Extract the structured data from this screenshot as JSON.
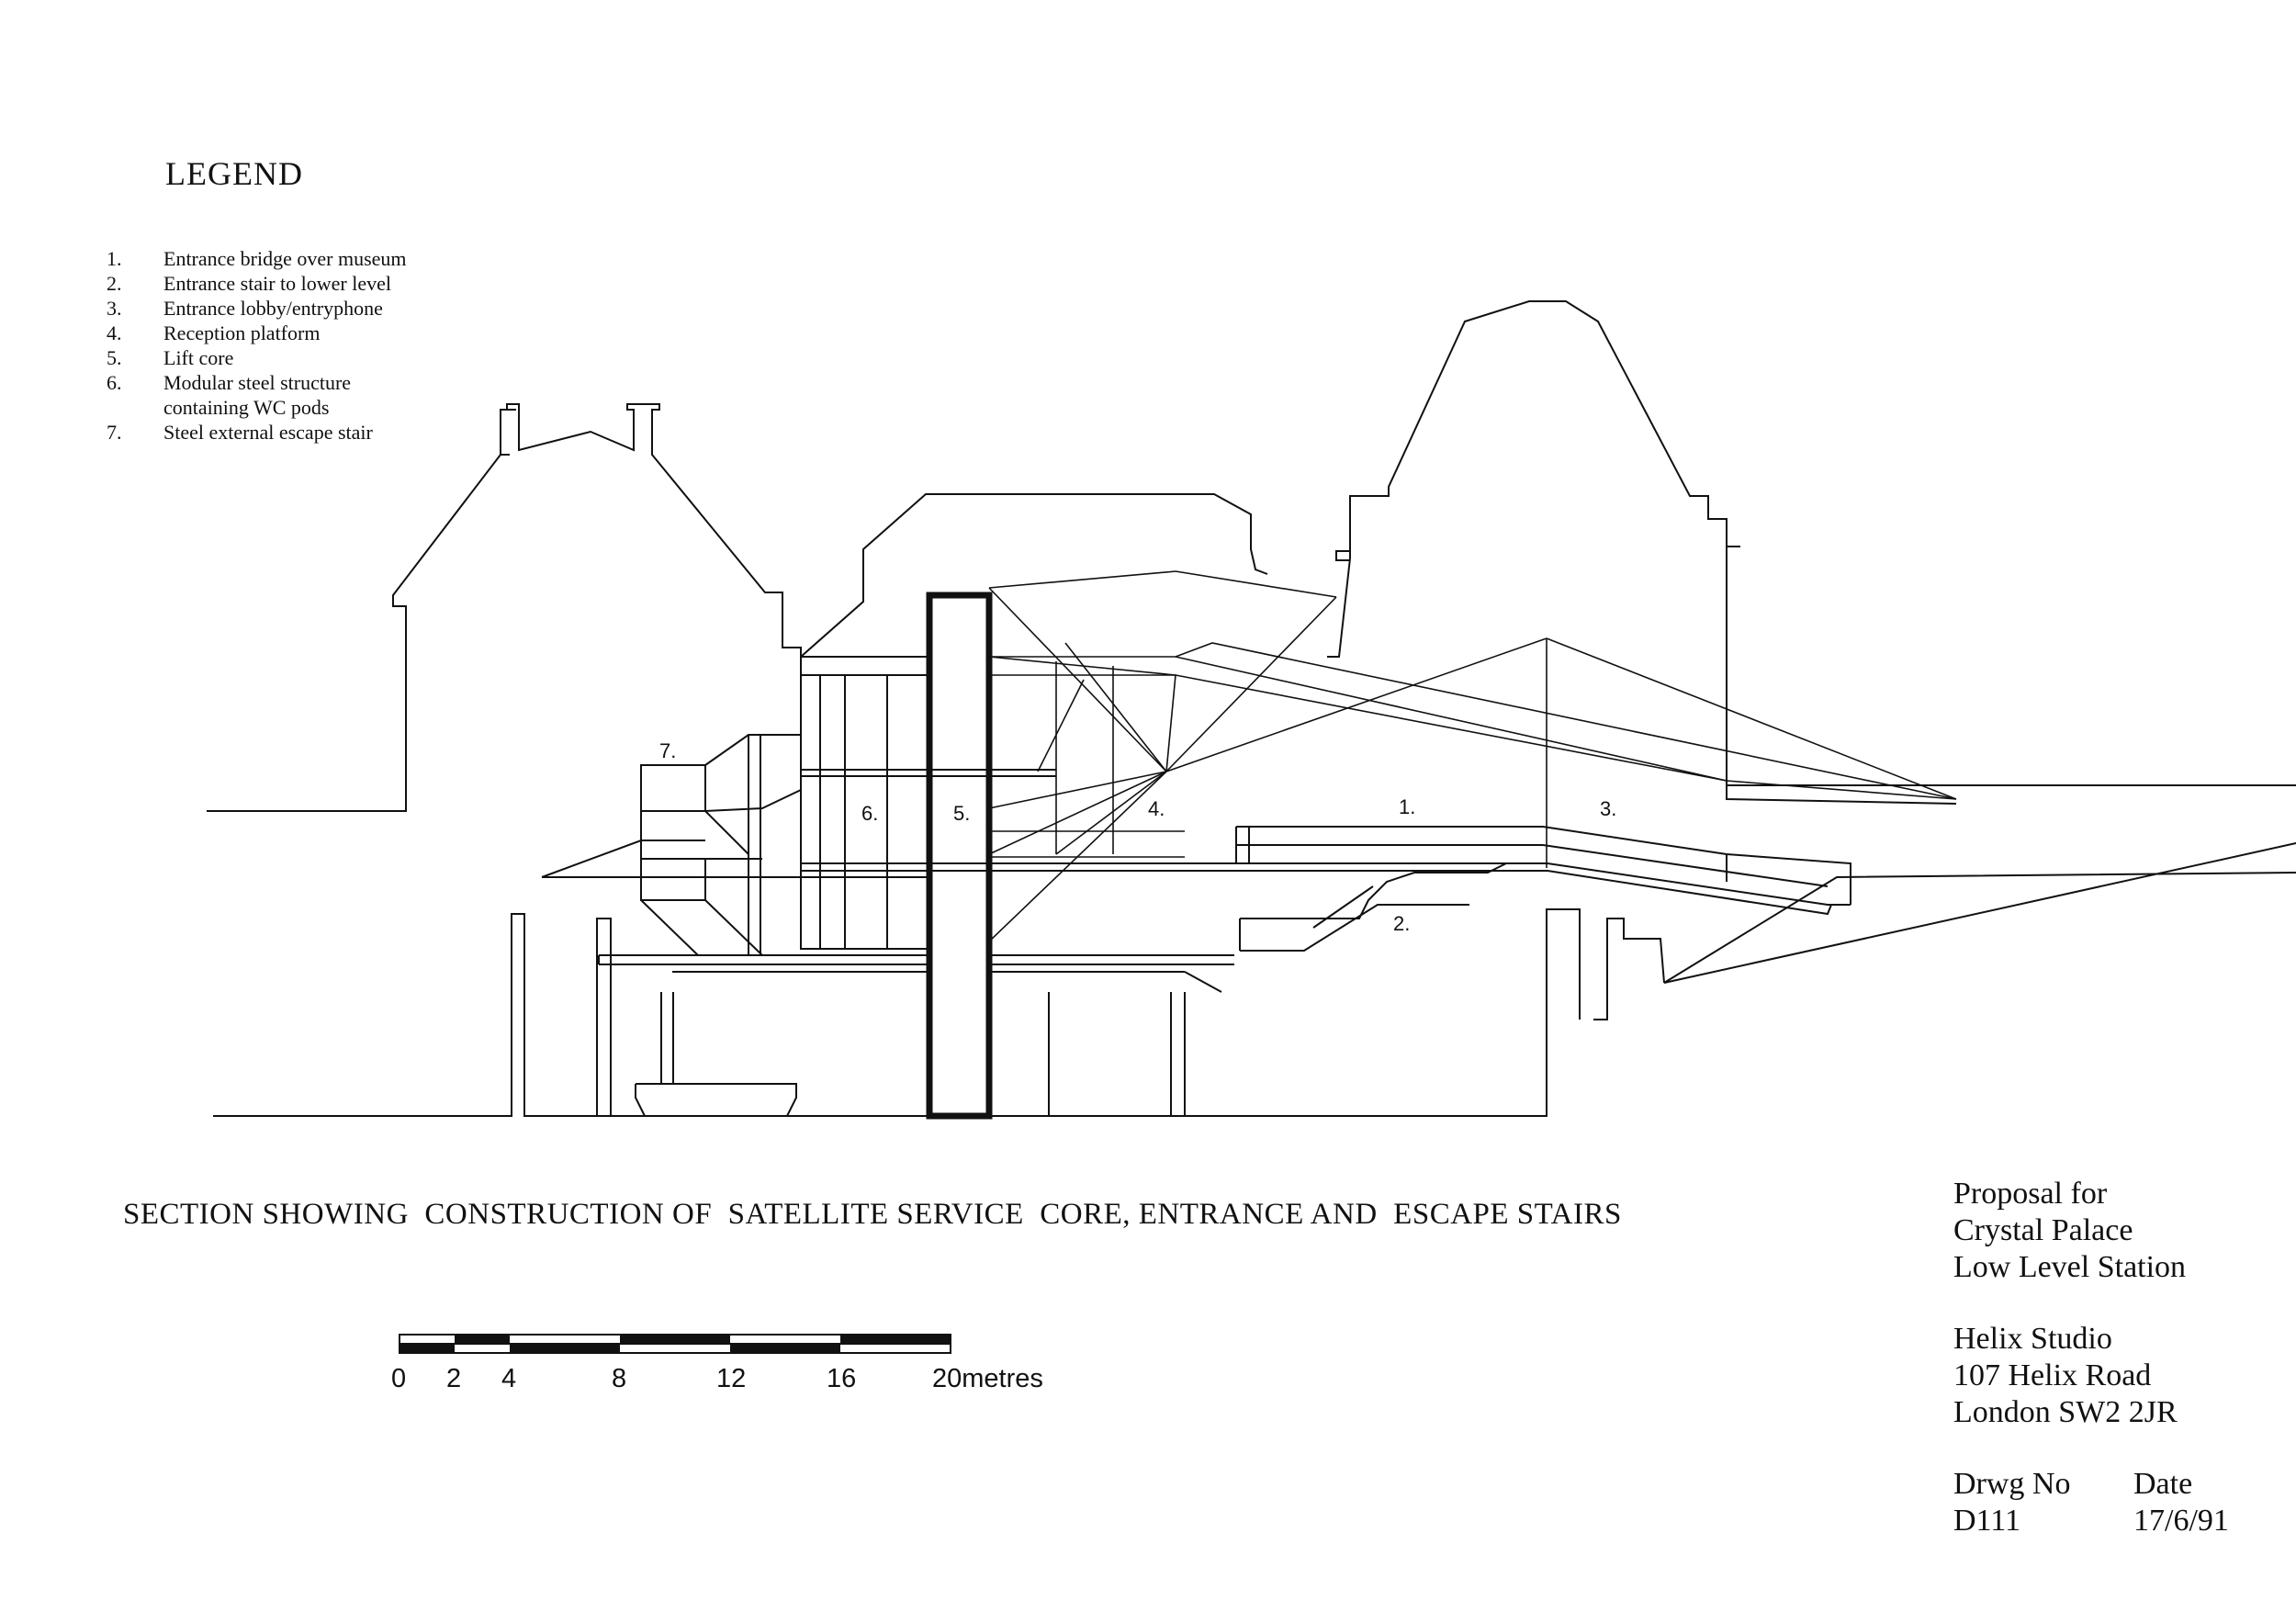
{
  "legend": {
    "heading": "LEGEND",
    "items": [
      {
        "num": "1.",
        "text": "Entrance bridge over museum"
      },
      {
        "num": "2.",
        "text": "Entrance stair to lower level"
      },
      {
        "num": "3.",
        "text": "Entrance lobby/entryphone"
      },
      {
        "num": "4.",
        "text": "Reception platform"
      },
      {
        "num": "5.",
        "text": "Lift core"
      },
      {
        "num": "6.",
        "text": "Modular steel structure containing WC pods"
      },
      {
        "num": "7.",
        "text": "Steel external escape stair"
      }
    ]
  },
  "section_labels": [
    "7.",
    "6.",
    "5.",
    "4.",
    "1.",
    "3.",
    "2."
  ],
  "drawing_title": "SECTION SHOWING  CONSTRUCTION OF  SATELLITE SERVICE  CORE, ENTRANCE AND  ESCAPE STAIRS",
  "scale_bar": {
    "ticks": [
      "0",
      "2",
      "4",
      "8",
      "12",
      "16",
      "20metres"
    ]
  },
  "title_block": {
    "project": [
      "Proposal for",
      "Crystal Palace",
      "Low Level Station"
    ],
    "studio": [
      "Helix Studio",
      "107 Helix Road",
      "London SW2 2JR"
    ],
    "drawing_no_label": "Drwg No",
    "date_label": "Date",
    "drawing_no": "D111",
    "date": "17/6/91"
  }
}
